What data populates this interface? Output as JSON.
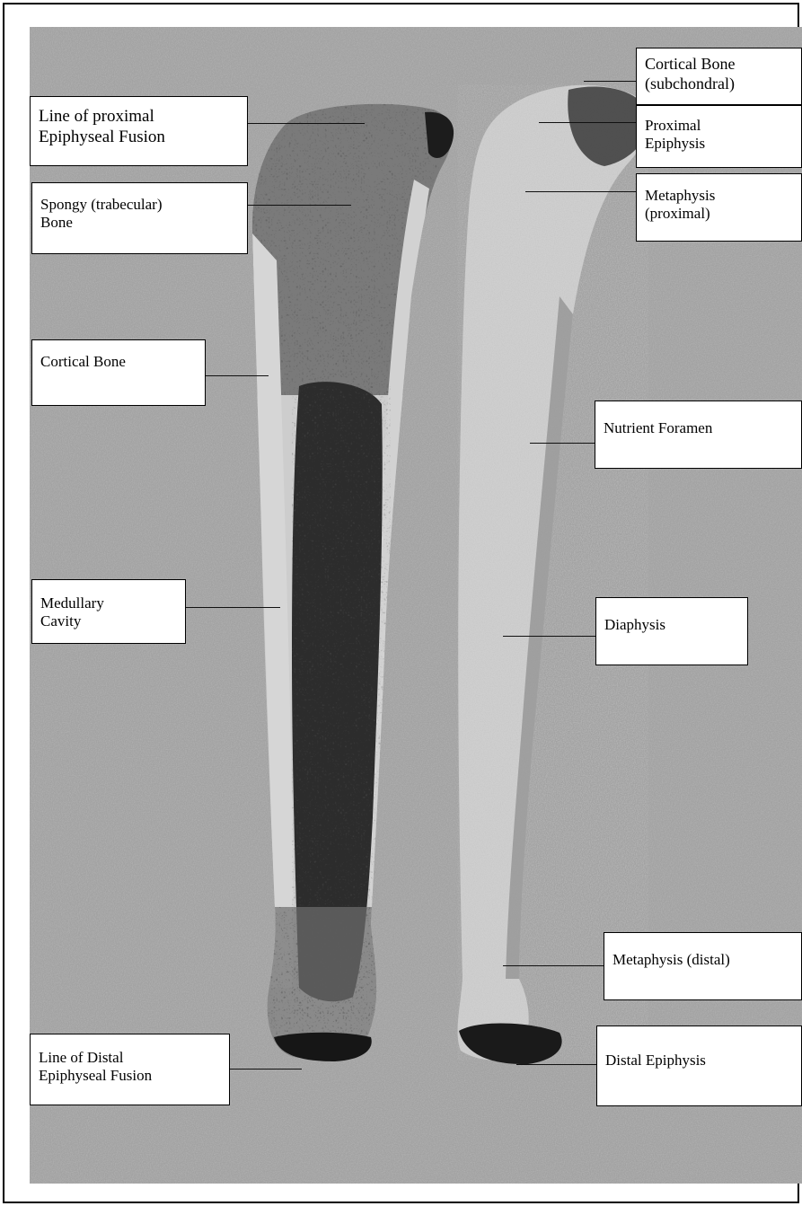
{
  "figure": {
    "labels_left": {
      "proximal_fusion": "Line of proximal\nEpiphyseal Fusion",
      "spongy_bone": "Spongy (trabecular)\nBone",
      "cortical_bone": "Cortical Bone",
      "medullary_cavity": "Medullary\nCavity",
      "distal_fusion": "Line of Distal\nEpiphyseal Fusion"
    },
    "labels_right": {
      "cortical_subchondral": "Cortical Bone\n(subchondral)",
      "proximal_epiphysis": "Proximal\nEpiphysis",
      "metaphysis_proximal": "Metaphysis\n(proximal)",
      "nutrient_foramen": "Nutrient Foramen",
      "diaphysis": "Diaphysis",
      "metaphysis_distal": "Metaphysis (distal)",
      "distal_epiphysis": "Distal Epiphysis"
    }
  }
}
